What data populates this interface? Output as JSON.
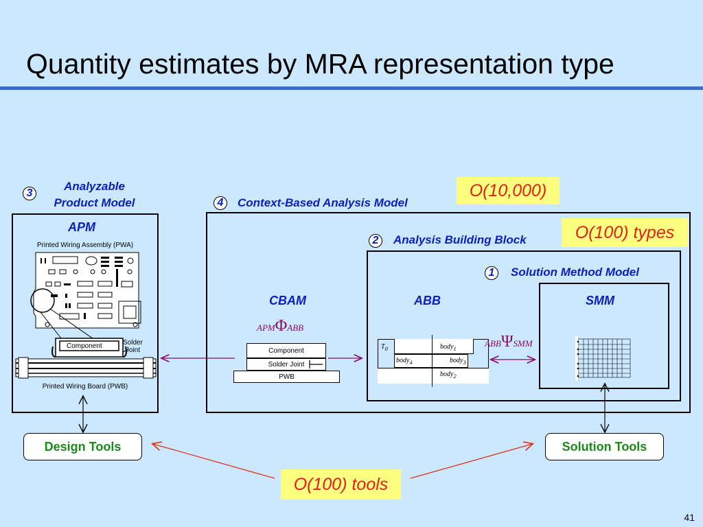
{
  "title": "Quantity estimates by MRA representation type",
  "page_number": "41",
  "apm": {
    "num": "3",
    "label_line1": "Analyzable",
    "label_line2": "Product Model",
    "box_title": "APM",
    "pwa_label": "Printed Wiring Assembly (PWA)",
    "component_label": "Component",
    "solder_label_1": "Solder",
    "solder_label_2": "Joint",
    "pwb_label": "Printed Wiring Board (PWB)"
  },
  "cbam": {
    "num": "4",
    "label": "Context-Based Analysis Model",
    "quantity": "O(10,000)",
    "header": "CBAM",
    "phi_sub_left": "APM",
    "phi_symbol": "Φ",
    "phi_sub_right": "ABB",
    "stack_component": "Component",
    "stack_solder": "Solder Joint",
    "stack_pwb": "PWB"
  },
  "abb": {
    "num": "2",
    "label": "Analysis Building Block",
    "quantity": "O(100) types",
    "header": "ABB",
    "t0": "T",
    "t0_sub": "0",
    "body": "body",
    "body1_sub": "1",
    "body2_sub": "2",
    "body3_sub": "3",
    "body4_sub": "4",
    "psi_sub_left": "ABB",
    "psi_symbol": "Ψ",
    "psi_sub_right": "SMM"
  },
  "smm": {
    "num": "1",
    "label": "Solution Method Model",
    "header": "SMM"
  },
  "tools": {
    "design": "Design Tools",
    "solution": "Solution Tools",
    "quantity": "O(100) tools"
  }
}
